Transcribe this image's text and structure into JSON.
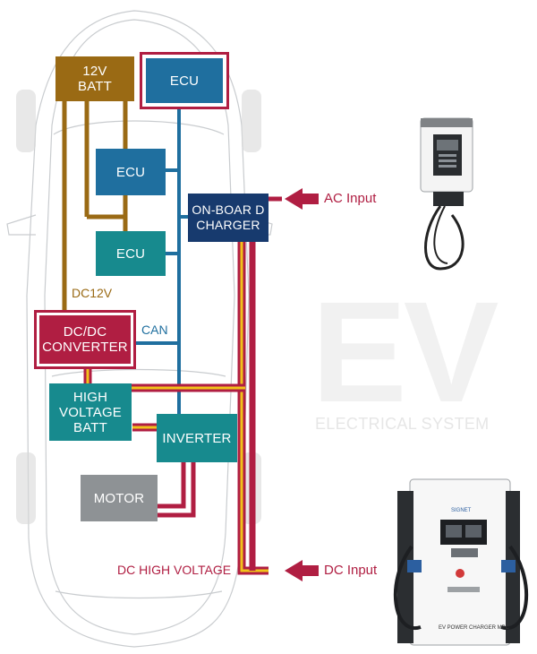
{
  "watermark": {
    "big": "EV",
    "small": "ELECTRICAL SYSTEM"
  },
  "components": {
    "batt12v": "12V\nBATT",
    "ecu_top": "ECU",
    "ecu_mid": "ECU",
    "ecu_low": "ECU",
    "onboard_charger": "ON-BOAR D\nCHARGER",
    "dcdc_converter": "DC/DC\nCONVERTER",
    "hv_batt": "HIGH\nVOLTAGE\nBATT",
    "inverter": "INVERTER",
    "motor": "MOTOR"
  },
  "labels": {
    "dc12v": "DC12V",
    "can": "CAN",
    "dc_high_voltage": "DC HIGH VOLTAGE",
    "ac_input": "AC Input",
    "dc_input": "DC Input"
  },
  "charger_texts": {
    "fast_brand": "SIGNET",
    "fast_model": "EV POWER CHARGER MPC"
  },
  "colors": {
    "brown": "#9a6a14",
    "blue": "#1f6f9f",
    "teal": "#178a8e",
    "navy": "#173a6e",
    "crimson": "#b01e42",
    "gray": "#8e9295",
    "yellow": "#f1c21b"
  }
}
